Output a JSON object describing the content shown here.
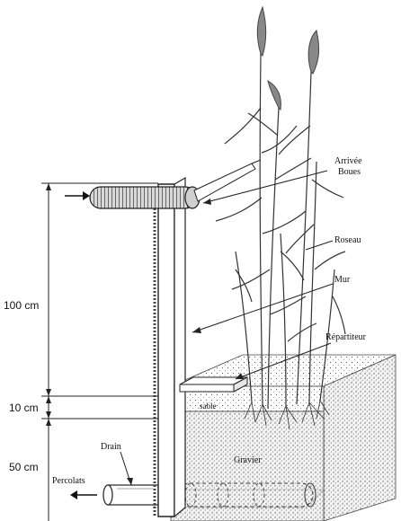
{
  "labels": {
    "arrivee_line1": "Arrivée",
    "arrivee_line2": "Boues",
    "roseau": "Roseau",
    "mur": "Mur",
    "repartiteur": "Répartiteur",
    "sable": "sable",
    "gravier": "Gravier",
    "drain": "Drain",
    "percolats": "Percolats"
  },
  "dimensions": {
    "h100": "100 cm",
    "h10": "10 cm",
    "h50": "50 cm"
  }
}
